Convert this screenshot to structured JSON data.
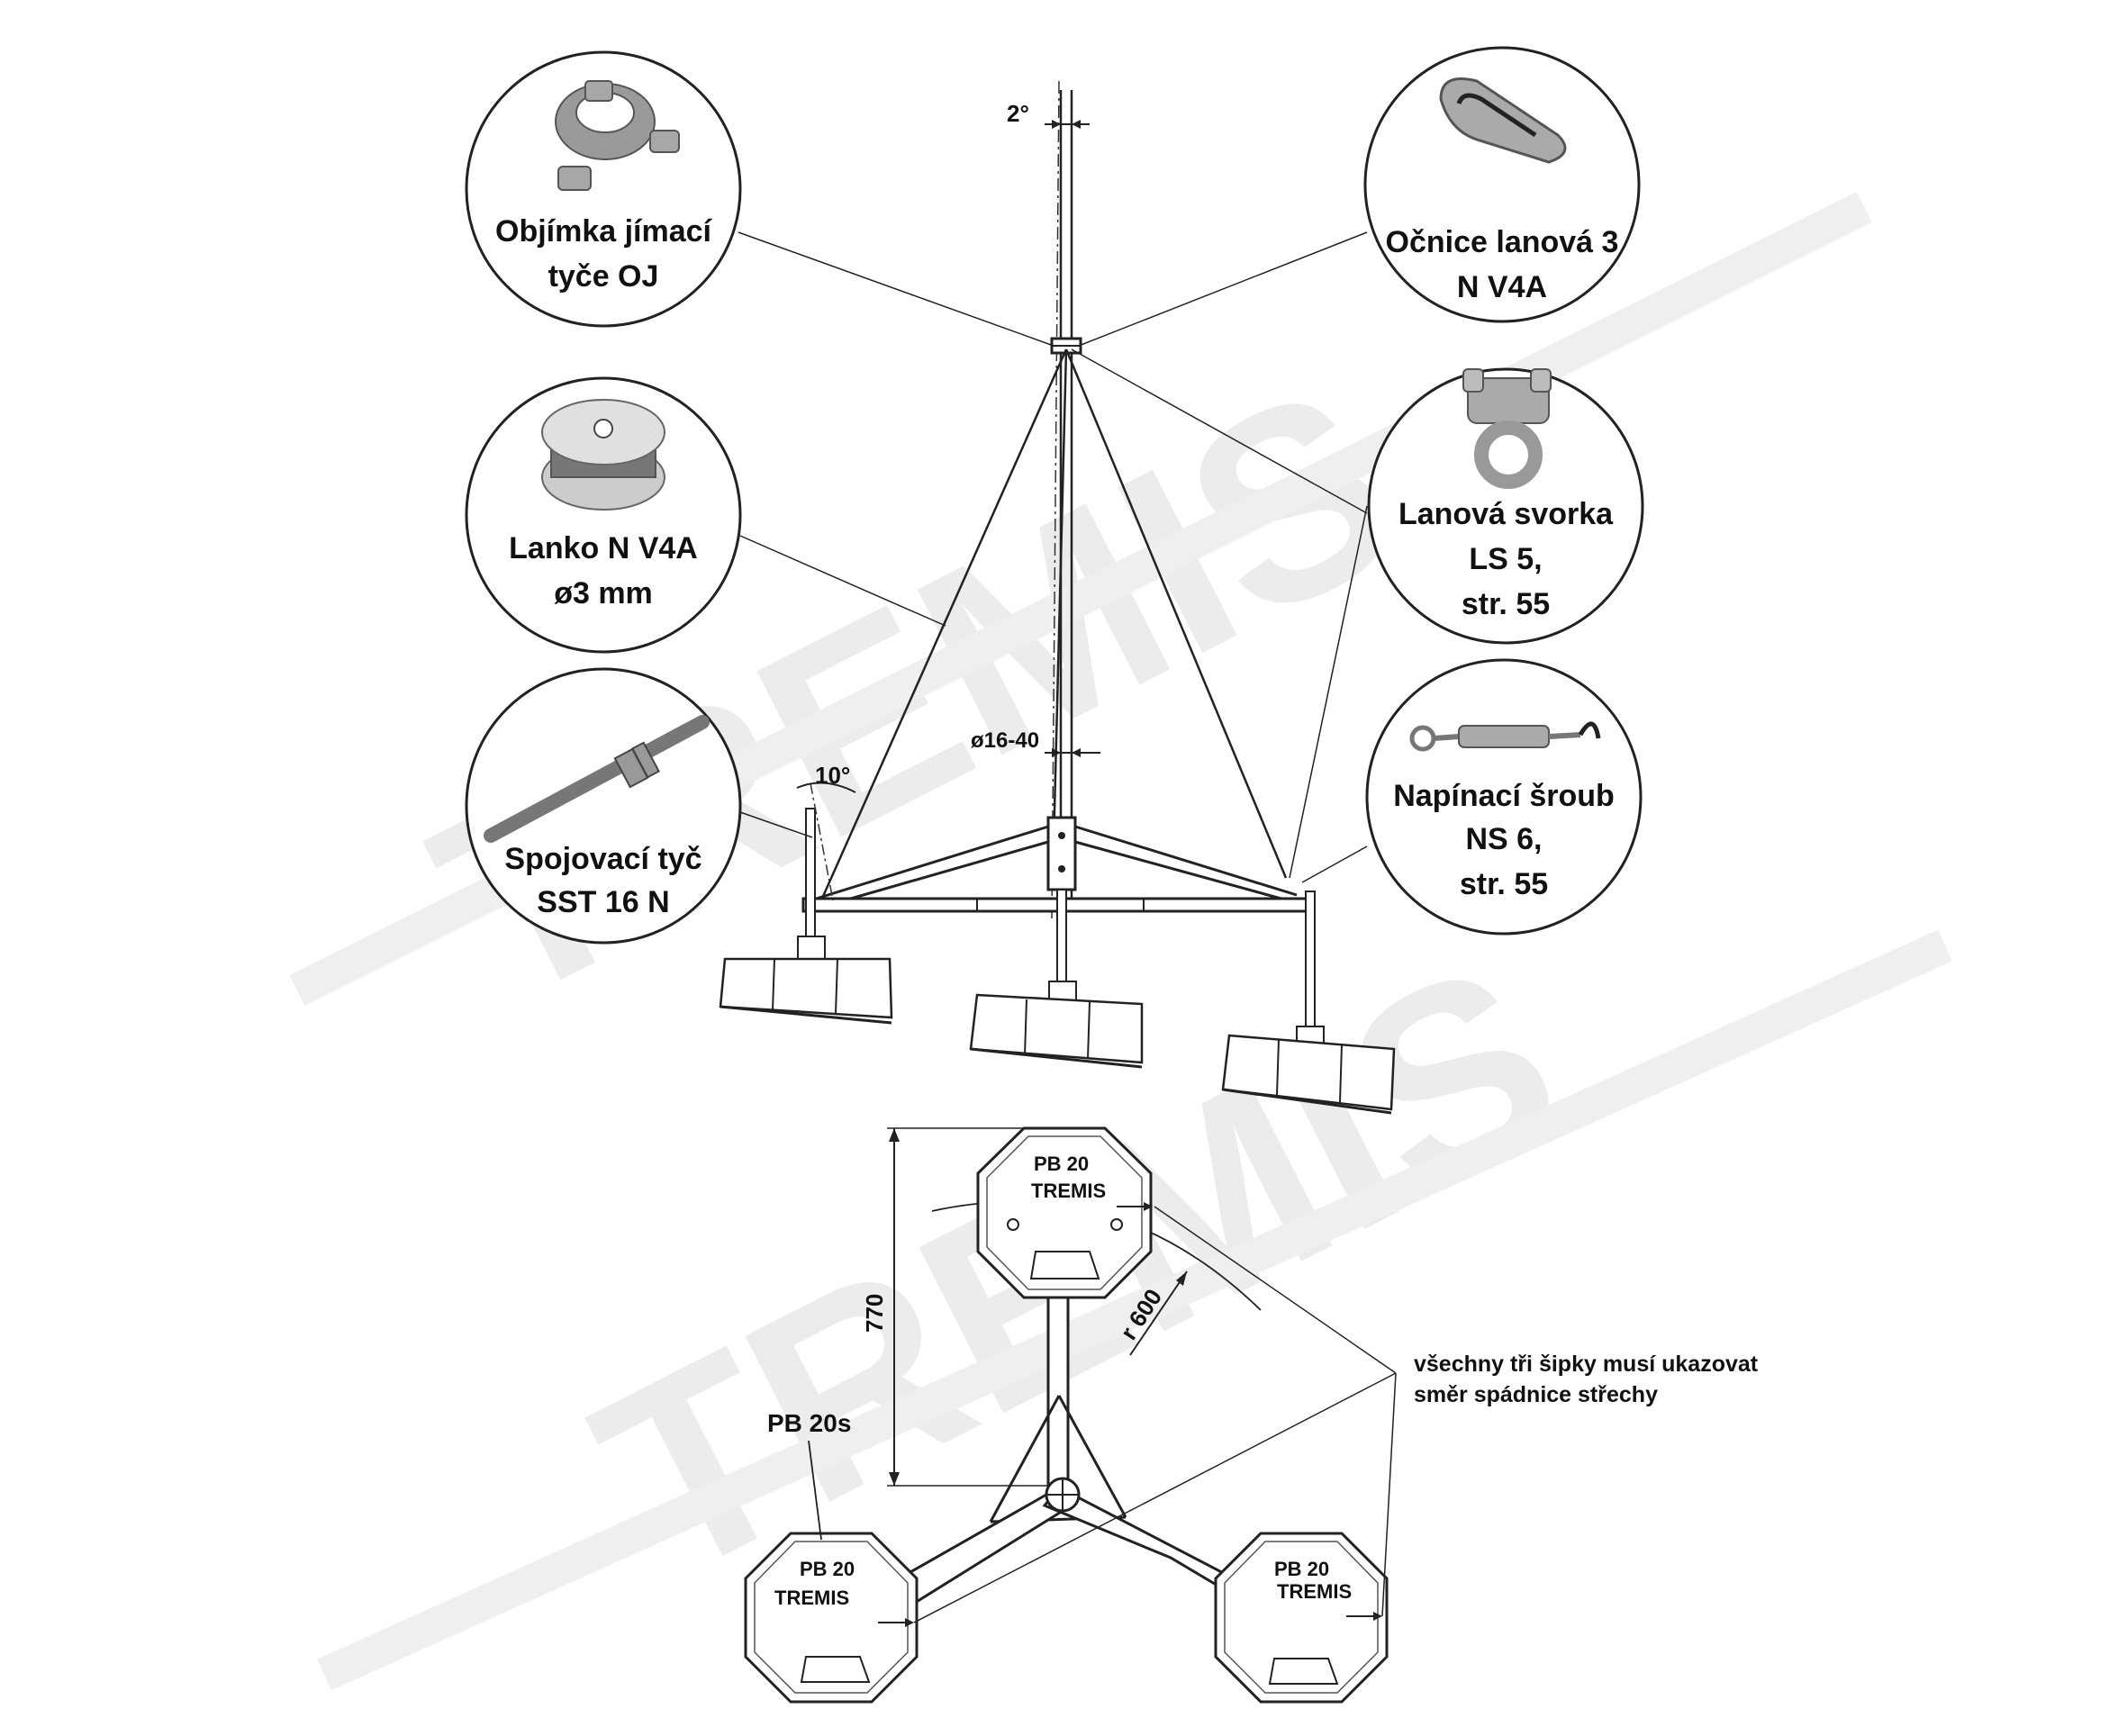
{
  "components": [
    {
      "id": "objimka",
      "label_lines": [
        "Objímka jímací",
        "tyče OJ"
      ],
      "icon": "rod-clamp-icon"
    },
    {
      "id": "lanko",
      "label_lines": [
        "Lanko N V4A",
        "ø3 mm"
      ],
      "icon": "wire-spool-icon"
    },
    {
      "id": "spojovaci",
      "label_lines": [
        "Spojovací tyč",
        "SST 16 N"
      ],
      "icon": "threaded-rod-icon"
    },
    {
      "id": "ocnice",
      "label_lines": [
        "Očnice lanová 3",
        "N V4A"
      ],
      "icon": "thimble-icon"
    },
    {
      "id": "svorka",
      "label_lines": [
        "Lanová svorka",
        "LS 5,",
        "str. 55"
      ],
      "icon": "wire-clamp-icon"
    },
    {
      "id": "napinaci",
      "label_lines": [
        "Napínací šroub",
        "NS 6,",
        "str. 55"
      ],
      "icon": "turnbuckle-icon"
    }
  ],
  "dimensions": {
    "mast_angle": "2°",
    "mast_diameter": "ø16-40",
    "leg_angle": "10°",
    "height": "770",
    "radius": "r 600"
  },
  "base_labels": {
    "block_top": "PB 20",
    "block_left": "PB 20",
    "block_right": "PB 20",
    "brand": "TREMIS",
    "callout_block": "PB 20s"
  },
  "note_lines": [
    "všechny tři šipky musí ukazovat",
    "směr spádnice střechy"
  ],
  "watermark": "TREMIS"
}
